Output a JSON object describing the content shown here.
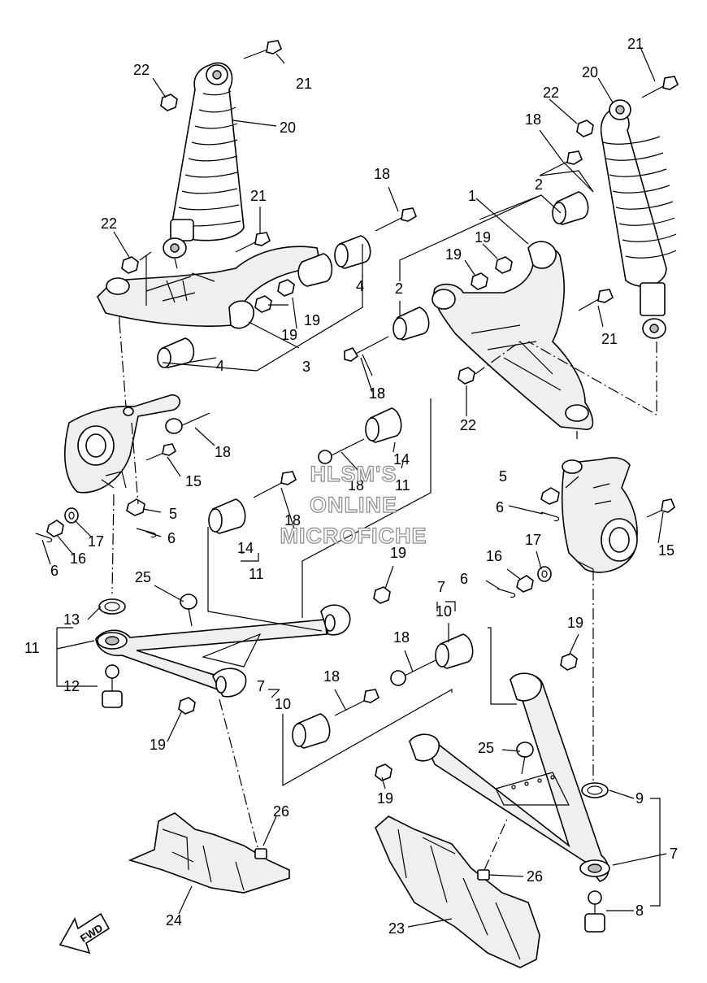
{
  "watermark": {
    "line1": "HLSM'S",
    "line2": "ONLINE",
    "line3": "MICROFICHE"
  },
  "fwd_label": "FWD",
  "callouts": [
    {
      "n": "21"
    },
    {
      "n": "22"
    },
    {
      "n": "20"
    },
    {
      "n": "21"
    },
    {
      "n": "22"
    },
    {
      "n": "18"
    },
    {
      "n": "4"
    },
    {
      "n": "19"
    },
    {
      "n": "19"
    },
    {
      "n": "3"
    },
    {
      "n": "4"
    },
    {
      "n": "18"
    },
    {
      "n": "18"
    },
    {
      "n": "15"
    },
    {
      "n": "5"
    },
    {
      "n": "6"
    },
    {
      "n": "17"
    },
    {
      "n": "16"
    },
    {
      "n": "6"
    },
    {
      "n": "21"
    },
    {
      "n": "20"
    },
    {
      "n": "22"
    },
    {
      "n": "18"
    },
    {
      "n": "1"
    },
    {
      "n": "2"
    },
    {
      "n": "19"
    },
    {
      "n": "19"
    },
    {
      "n": "2"
    },
    {
      "n": "21"
    },
    {
      "n": "18"
    },
    {
      "n": "22"
    },
    {
      "n": "14"
    },
    {
      "n": "18"
    },
    {
      "n": "11"
    },
    {
      "n": "18"
    },
    {
      "n": "14"
    },
    {
      "n": "11"
    },
    {
      "n": "5"
    },
    {
      "n": "6"
    },
    {
      "n": "15"
    },
    {
      "n": "17"
    },
    {
      "n": "16"
    },
    {
      "n": "6"
    },
    {
      "n": "25"
    },
    {
      "n": "19"
    },
    {
      "n": "7"
    },
    {
      "n": "10"
    },
    {
      "n": "13"
    },
    {
      "n": "11"
    },
    {
      "n": "12"
    },
    {
      "n": "18"
    },
    {
      "n": "19"
    },
    {
      "n": "7"
    },
    {
      "n": "10"
    },
    {
      "n": "18"
    },
    {
      "n": "19"
    },
    {
      "n": "25"
    },
    {
      "n": "19"
    },
    {
      "n": "9"
    },
    {
      "n": "26"
    },
    {
      "n": "7"
    },
    {
      "n": "26"
    },
    {
      "n": "24"
    },
    {
      "n": "8"
    },
    {
      "n": "23"
    }
  ]
}
